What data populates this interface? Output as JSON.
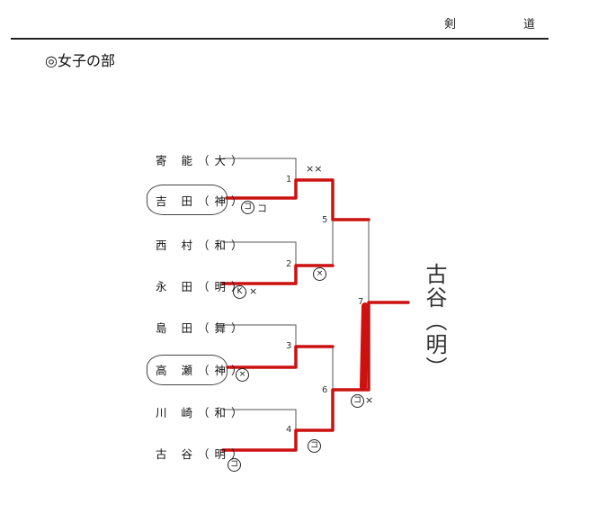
{
  "header": {
    "left": "剣",
    "right": "道"
  },
  "section_title": "◎女子の部",
  "players": [
    "寄 能（大）",
    "吉 田（神）",
    "西 村（和）",
    "永 田（明）",
    "島 田（舞）",
    "高 瀬（神）",
    "川 崎（和）",
    "古 谷（明）"
  ],
  "matches": [
    "1",
    "2",
    "3",
    "4",
    "5",
    "6",
    "7"
  ],
  "annotations": {
    "m1": "××",
    "yoshida_a": "コ",
    "yoshida_b": "コ",
    "nagata_a": "K",
    "nagata_b": "×",
    "m2": "×",
    "takase": "×",
    "m4": "コ",
    "furuya": "コ",
    "m6_a": "コ",
    "m6_b": "×"
  },
  "winner": "古谷（明）",
  "colors": {
    "advance": "#cc1111",
    "line": "#555555"
  }
}
